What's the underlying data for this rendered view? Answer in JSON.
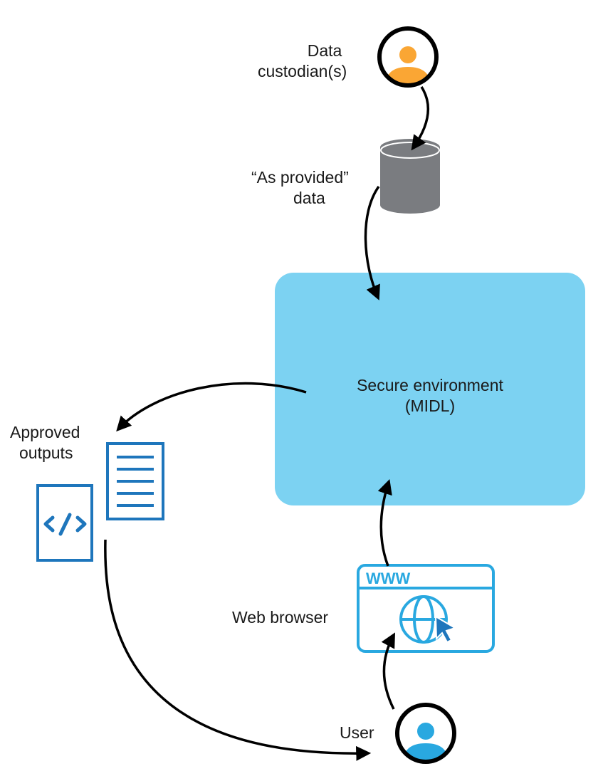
{
  "nodes": {
    "custodian": {
      "line1": "Data",
      "line2": "custodian(s)",
      "icon": "person-icon",
      "color": "#FAA634"
    },
    "raw_data": {
      "line1": "“As provided”",
      "line2": "data",
      "icon": "database-icon",
      "color": "#7A7C80"
    },
    "environment": {
      "line1": "Secure environment",
      "line2": "(MIDL)",
      "color": "#7CD2F2"
    },
    "outputs": {
      "line1": "Approved",
      "line2": "outputs",
      "icons": [
        "document-icon",
        "code-file-icon"
      ],
      "color": "#1E76BC",
      "code_glyph": "</>"
    },
    "browser": {
      "label": "Web browser",
      "url_text": "WWW",
      "icon": "globe-icon",
      "color": "#29A8E0"
    },
    "user": {
      "label": "User",
      "icon": "person-icon",
      "color": "#29A8E0"
    }
  },
  "edges": [
    {
      "from": "custodian",
      "to": "raw_data"
    },
    {
      "from": "raw_data",
      "to": "environment"
    },
    {
      "from": "environment",
      "to": "outputs"
    },
    {
      "from": "outputs",
      "to": "user"
    },
    {
      "from": "user",
      "to": "browser"
    },
    {
      "from": "browser",
      "to": "environment"
    }
  ]
}
